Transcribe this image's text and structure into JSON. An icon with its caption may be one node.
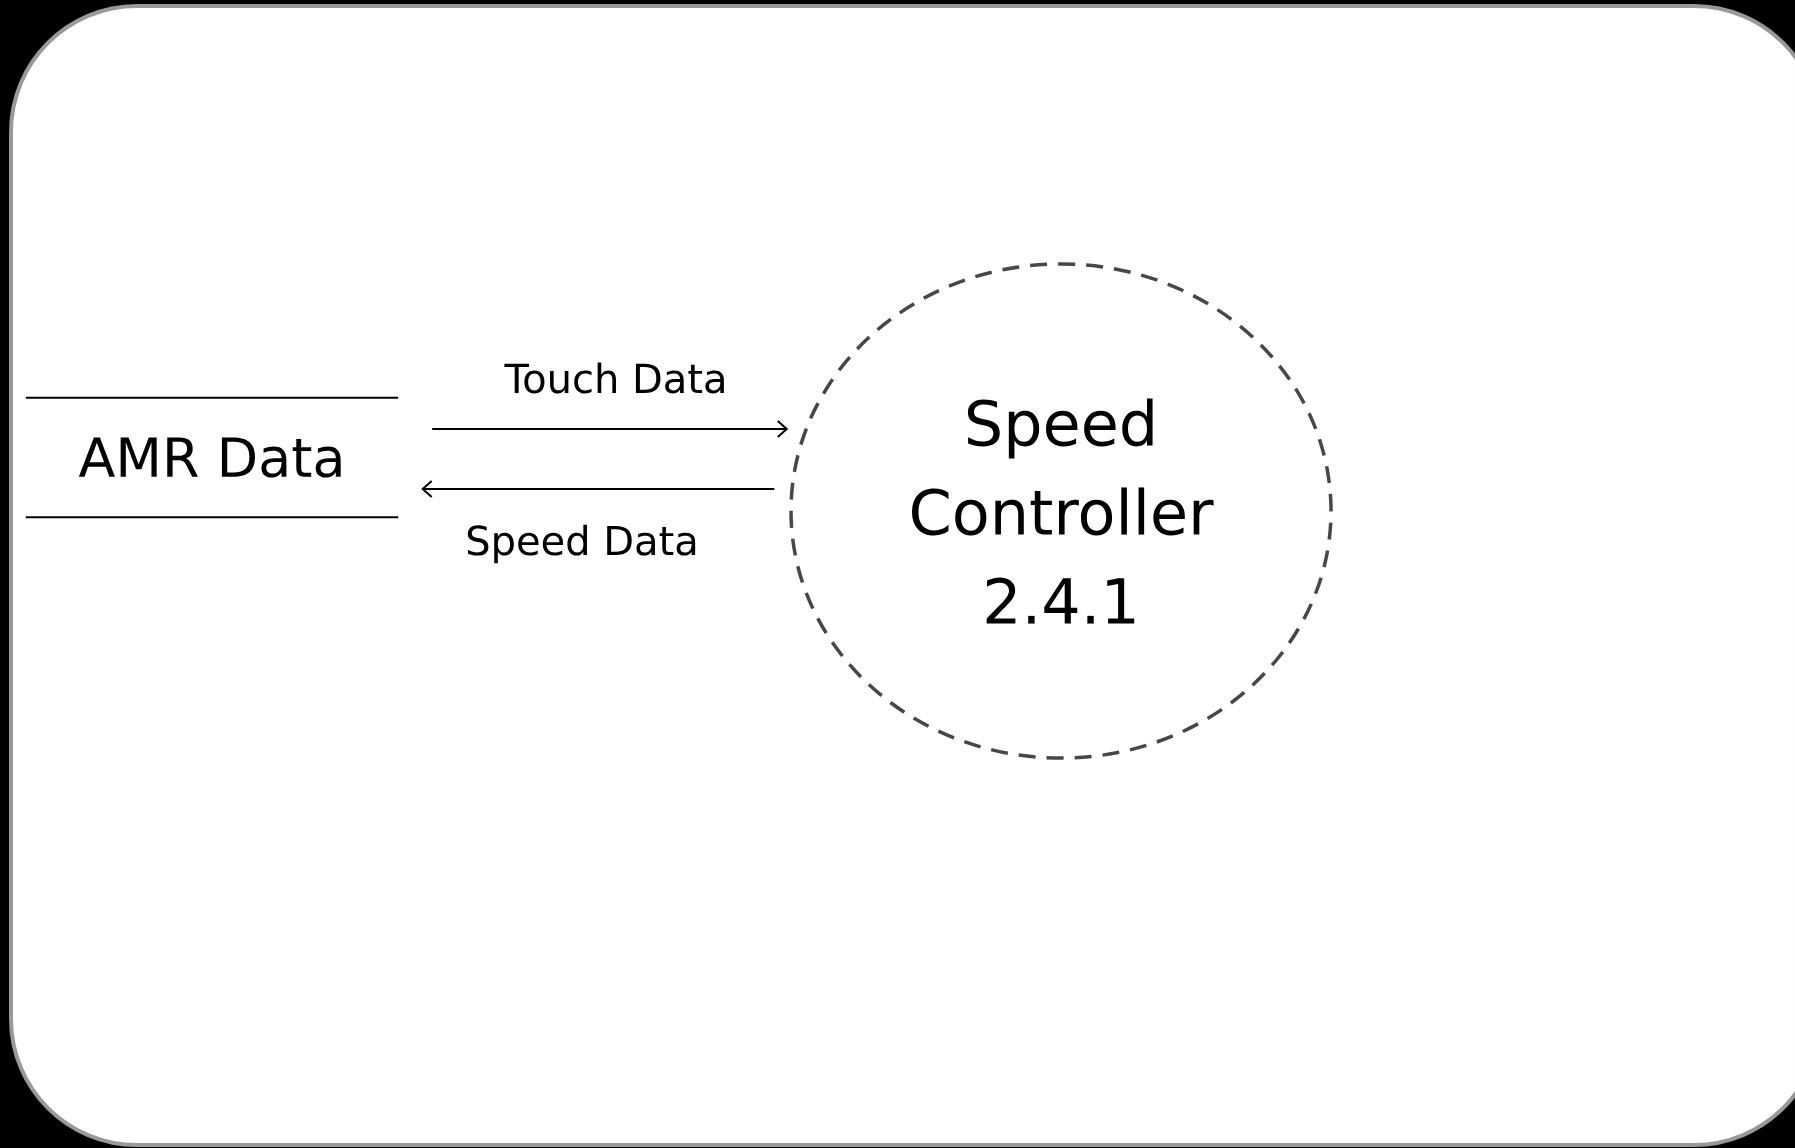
{
  "diagram": {
    "nodes": [
      {
        "text": [
          "AMR Data"
        ]
      },
      {
        "text": [
          "Speed Controller 2.4.1"
        ]
      }
    ],
    "edges": [
      {
        "from": 0,
        "to": 1,
        "arrow": "to",
        "label": "Touch Data"
      },
      {
        "from": 1,
        "to": 0,
        "arrow": "to",
        "label": "Speed Data"
      }
    ]
  }
}
